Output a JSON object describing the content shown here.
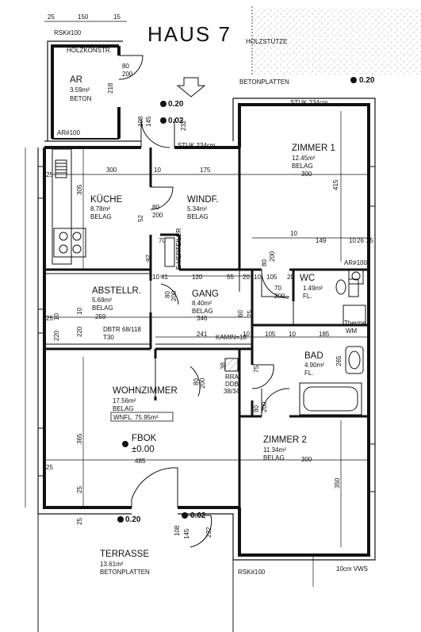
{
  "title": "HAUS 7",
  "labels": {
    "holzstuetze": "HOLZSTÜTZE",
    "betonplatten_top": "BETONPLATTEN",
    "holzkonstr": "HOLZKONSTR.",
    "rsk_top": "RSK#100",
    "rsk_bottom": "RSK#100",
    "ar_left": "AR#100",
    "ar_right": "AR#100",
    "stuk_left": "STUK 234cm",
    "stuk_right": "STUK 234cm",
    "kamin": "KAMIN=18",
    "therme": "Therme",
    "wm": "WM",
    "e_verteiler": "E-VERTEILER",
    "dbtr": "DBTR 68/118",
    "t30": "T30",
    "rra": "RRA",
    "ddb": "DDB",
    "ddb_size": "38/34",
    "vws": "10cm VWS",
    "fbok": "FBOK",
    "fbok_val": "±0.00",
    "wnfl": "WNFL. 75.95m²"
  },
  "rooms": {
    "ar": {
      "name": "AR",
      "area": "3.59m²",
      "finish": "BETON"
    },
    "kueche": {
      "name": "KÜCHE",
      "area": "8.78m²",
      "finish": "BELAG"
    },
    "windf": {
      "name": "WINDF.",
      "area": "5.34m²",
      "finish": "BELAG"
    },
    "zimmer1": {
      "name": "ZIMMER 1",
      "area": "12.45m²",
      "finish": "BELAG"
    },
    "abstell": {
      "name": "ABSTELLR.",
      "area": "5.69m²",
      "finish": "BELAG"
    },
    "gang": {
      "name": "GANG",
      "area": "8.40m²",
      "finish": "BELAG"
    },
    "wc": {
      "name": "WC",
      "area": "1.49m²",
      "finish": "FL."
    },
    "bad": {
      "name": "BAD",
      "area": "4.90m²",
      "finish": "FL."
    },
    "wohn": {
      "name": "WOHNZIMMER",
      "area": "17.56m²",
      "finish": "BELAG"
    },
    "zimmer2": {
      "name": "ZIMMER 2",
      "area": "11.34m²",
      "finish": "BELAG"
    },
    "terrasse": {
      "name": "TERRASSE",
      "area": "13.61m²",
      "finish": "BETONPLATTEN"
    }
  },
  "levels": {
    "top_right": "0.20",
    "entry_a": "0.20",
    "entry_b": "0.02",
    "terr_a": "0.20",
    "terr_b": "0.02"
  },
  "dims": {
    "top_25a": "25",
    "top_150": "150",
    "top_15": "15",
    "w_300": "300",
    "w_10a": "10",
    "w_175": "175",
    "z1_300": "300",
    "z1_415": "415",
    "z1_10": "10",
    "z1_149": "149",
    "z1_10b": "10",
    "z1_26": "26",
    "z1_25": "25",
    "k_305": "305",
    "k_25": "25",
    "g_10": "10",
    "g_41": "41",
    "g_120": "120",
    "g_55": "55",
    "g_20": "20",
    "g_10b": "10",
    "g_105": "105",
    "g_20b": "20",
    "ab_259": "259",
    "ab_220": "220",
    "ab_10": "10",
    "ab_25": "25",
    "g_241": "241",
    "g_10c": "10",
    "g_105b": "105",
    "g_10d": "10",
    "g_185": "185",
    "g_346": "346",
    "g_75": "75",
    "g_60": "60",
    "d_80a": "80",
    "d_200a": "200",
    "d_218": "218",
    "d_108": "108",
    "d_145": "145",
    "d_232": "232",
    "d_80b": "80",
    "d_200b": "200",
    "d_52": "52",
    "d_70": "70",
    "d_92": "92",
    "d_80c": "80",
    "d_200c": "200",
    "d_80d": "80",
    "d_200d": "200",
    "d_70b": "70",
    "d_200e": "200",
    "d_80e": "80",
    "d_200f": "200",
    "d_80f": "80",
    "d_200g": "200",
    "b_265": "265",
    "b_75": "75",
    "b_38": "38",
    "wz_365": "365",
    "wz_485": "485",
    "wz_25": "25",
    "z2_300": "300",
    "z2_350": "350",
    "t_108": "108",
    "t_145": "145",
    "t_232": "232",
    "t_25": "25",
    "left_10": "10",
    "left_25": "25",
    "left_220": "220"
  }
}
